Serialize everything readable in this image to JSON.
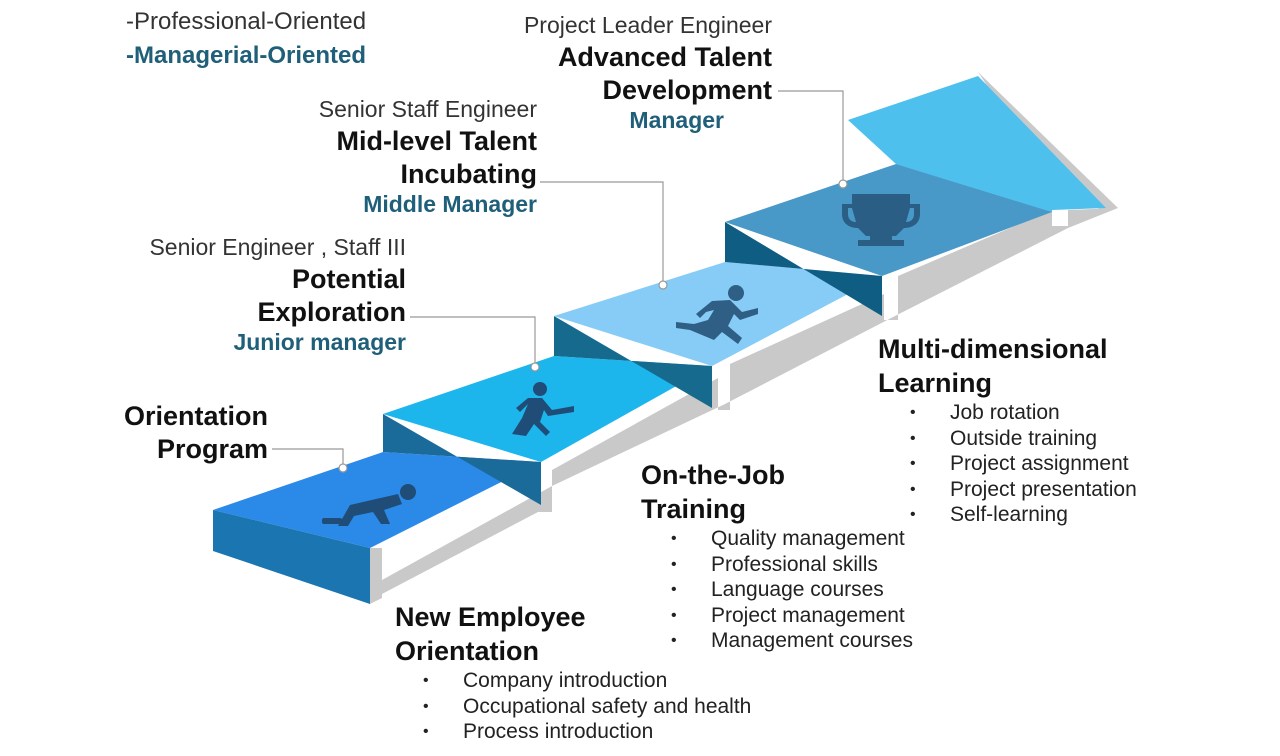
{
  "legend": {
    "professional": "-Professional-Oriented",
    "managerial": "-Managerial-Oriented"
  },
  "levels": {
    "orientation": {
      "title_line1": "Orientation",
      "title_line2": "Program"
    },
    "potential": {
      "role": "Senior Engineer , Staff III",
      "title_line1": "Potential",
      "title_line2": "Exploration",
      "manager": "Junior manager"
    },
    "midlevel": {
      "role": "Senior Staff Engineer",
      "title_line1": "Mid-level Talent",
      "title_line2": "Incubating",
      "manager": "Middle Manager"
    },
    "advanced": {
      "role": "Project Leader Engineer",
      "title_line1": "Advanced Talent",
      "title_line2": "Development",
      "manager": "Manager"
    }
  },
  "sections": {
    "new_employee": {
      "title_line1": "New Employee",
      "title_line2": "Orientation",
      "items": [
        "Company introduction",
        "Occupational safety and health",
        "Process introduction"
      ]
    },
    "ojt": {
      "title_line1": "On-the-Job",
      "title_line2": "Training",
      "items": [
        "Quality management",
        "Professional skills",
        "Language courses",
        "Project management",
        "Management courses"
      ]
    },
    "multi": {
      "title_line1": "Multi-dimensional",
      "title_line2": "Learning",
      "items": [
        "Job rotation",
        "Outside training",
        "Project assignment",
        "Project presentation",
        "Self-learning"
      ]
    }
  },
  "icons": [
    "crouching-figure-icon",
    "walking-figure-icon",
    "running-figure-icon",
    "trophy-icon"
  ],
  "colors": {
    "step1_top": "#2a8ae8",
    "step2_top": "#18b8ec",
    "step3_top": "#88cdf6",
    "step4_top": "#4a98c8",
    "arrow": "#4ec0ee",
    "accent_text": "#1f5f7a",
    "shadow": "#c8c8c8"
  }
}
